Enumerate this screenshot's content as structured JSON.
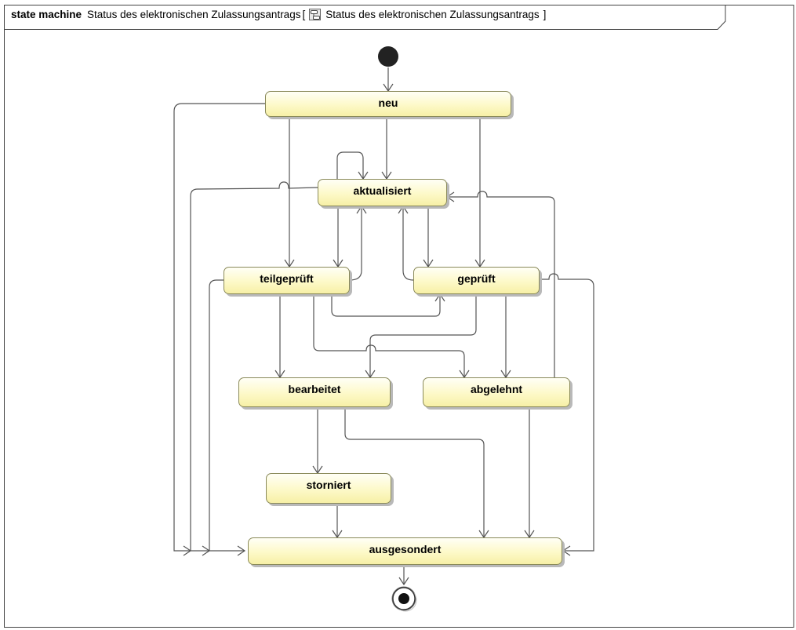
{
  "diagram": {
    "keyword": "state machine",
    "name": "Status des elektronischen Zulassungsantrags",
    "open_bracket": "[",
    "reference": "Status des elektronischen Zulassungsantrags",
    "close_bracket": "]"
  },
  "states": {
    "neu": "neu",
    "aktualisiert": "aktualisiert",
    "teilgeprueft": "teilgeprüft",
    "geprueft": "geprüft",
    "bearbeitet": "bearbeitet",
    "abgelehnt": "abgelehnt",
    "storniert": "storniert",
    "ausgesondert": "ausgesondert"
  },
  "colors": {
    "state_fill_top": "#fffff6",
    "state_fill_bottom": "#f7f0a6",
    "state_border": "#8a8a5a",
    "line": "#555555"
  },
  "icons": {
    "header_reference": "state-machine-diagram-icon",
    "initial": "initial-pseudostate",
    "final": "final-state"
  }
}
